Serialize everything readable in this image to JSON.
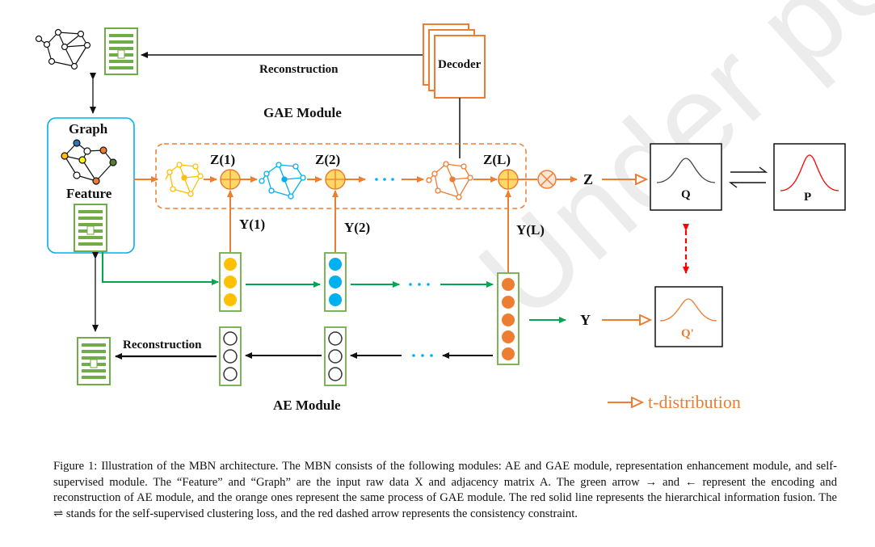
{
  "watermark": "Under peer reviewed",
  "labels": {
    "reconstruction_top": "Reconstruction",
    "decoder": "Decoder",
    "gae_module": "GAE Module",
    "graph": "Graph",
    "feature": "Feature",
    "z1": "Z(1)",
    "z2": "Z(2)",
    "zL": "Z(L)",
    "z": "Z",
    "y1": "Y(1)",
    "y2": "Y(2)",
    "yL": "Y(L)",
    "y": "Y",
    "q": "Q",
    "p": "P",
    "q_prime": "Q'",
    "reconstruction_bottom": "Reconstruction",
    "ae_module": "AE Module",
    "legend_t_dist": "t-distribution"
  },
  "caption": "Figure 1: Illustration of the MBN architecture. The MBN consists of the following modules: AE and GAE module, representation enhancement module, and self-supervised module. The “Feature” and “Graph” are the input raw data X and adjacency matrix A. The green arrow → and ← represent the encoding and reconstruction of AE module, and the orange ones represent the same process of GAE module. The red solid line represents the hierarchical information fusion. The ⇌ stands for the self-supervised clustering loss, and the red dashed arrow represents the consistency constraint.",
  "colors": {
    "orange": "#ed7d31",
    "green": "#00a650",
    "yellow": "#ffc000",
    "blue": "#00b0f0",
    "red": "#ff0000",
    "doc_green": "#70ad47"
  }
}
